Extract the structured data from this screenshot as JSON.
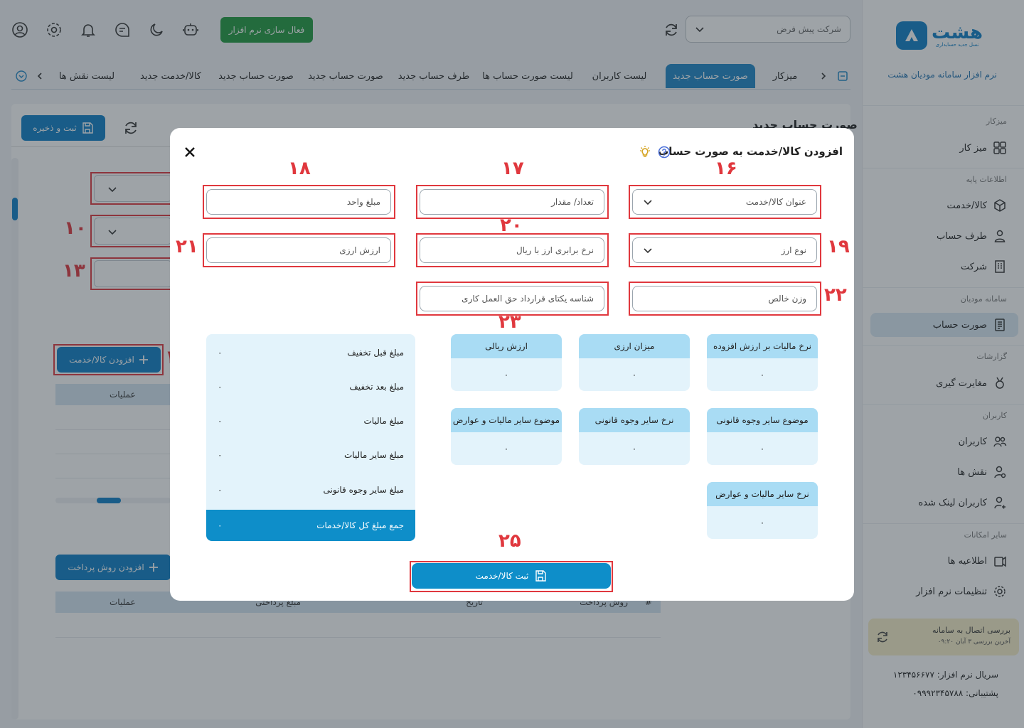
{
  "sidebar": {
    "brand_name": "هشت",
    "brand_tagline": "نسل جدید حسابداری",
    "brand_subtitle": "نرم افزار سامانه مودیان هشت",
    "sections": [
      {
        "title": "میزکار",
        "items": [
          {
            "label": "میز کار",
            "icon": "dashboard-grid-icon"
          }
        ]
      },
      {
        "title": "اطلاعات پایه",
        "items": [
          {
            "label": "کالا/خدمت",
            "icon": "box-icon"
          },
          {
            "label": "طرف حساب",
            "icon": "user-icon"
          },
          {
            "label": "شرکت",
            "icon": "building-icon"
          }
        ]
      },
      {
        "title": "سامانه مودیان",
        "items": [
          {
            "label": "صورت حساب",
            "icon": "invoice-icon",
            "active": true
          }
        ]
      },
      {
        "title": "گزارشات",
        "items": [
          {
            "label": "مغایرت گیری",
            "icon": "compare-icon"
          }
        ]
      },
      {
        "title": "کاربران",
        "items": [
          {
            "label": "کاربران",
            "icon": "users-icon"
          },
          {
            "label": "نقش ها",
            "icon": "user-role-icon"
          },
          {
            "label": "کاربران لینک شده",
            "icon": "user-link-icon"
          }
        ]
      },
      {
        "title": "سایر امکانات",
        "items": [
          {
            "label": "اطلاعیه ها",
            "icon": "notice-icon"
          },
          {
            "label": "تنظیمات نرم افزار",
            "icon": "gear-icon"
          }
        ]
      }
    ],
    "connection": {
      "title": "بررسی اتصال به سامانه",
      "last_check": "آخرین بررسی ۳ آبان ۰۹:۲۰"
    },
    "serial": "سریال نرم افزار: ۱۲۳۴۵۶۶۷۷",
    "support": "پشتیبانی: ۰۹۹۹۲۳۴۵۷۸۸"
  },
  "header": {
    "activate_label": "فعال سازی نرم افزار",
    "company_placeholder": "شرکت پیش فرض"
  },
  "tabs": [
    "میزکار",
    "صورت حساب جدید",
    "لیست کاربران",
    "لیست صورت حساب ها",
    "طرف حساب جدید",
    "صورت حساب جدید",
    "صورت حساب جدید",
    "کالا/خدمت جدید",
    "لیست نقش ها"
  ],
  "background": {
    "page_title": "صورت حساب جدید",
    "save_label": "ثبت و ذخیره",
    "add_item_label": "افزودن کالا/خدمت",
    "add_payment_label": "افزودن روش پرداخت",
    "ops_header": "عملیات",
    "payment_headers": [
      "#",
      "روش پرداخت",
      "تاریخ",
      "مبلغ پرداختی",
      "عملیات"
    ],
    "annotation_numbers": [
      "۱۰",
      "۱۳",
      "۱"
    ]
  },
  "modal": {
    "title": "افزودن کالا/خدمت به صورت حساب",
    "fields": {
      "item_title": "عنوان کالا/خدمت",
      "quantity": "تعداد/ مقدار",
      "unit_price": "مبلغ واحد",
      "currency_type": "نوع ارز",
      "exchange_rate": "نرخ برابری ارز با ریال",
      "currency_value": "ارزش ارزی",
      "net_weight": "وزن خالص",
      "contract_id": "شناسه یکتای قرارداد حق العمل کاری"
    },
    "annotations": {
      "n16": "۱۶",
      "n17": "۱۷",
      "n18": "۱۸",
      "n19": "۱۹",
      "n20": "۲۰",
      "n21": "۲۱",
      "n22": "۲۲",
      "n23": "۲۳",
      "n25": "۲۵"
    },
    "cards": [
      {
        "label": "نرخ مالیات بر ارزش افزوده",
        "value": "۰"
      },
      {
        "label": "میزان ارزی",
        "value": "۰"
      },
      {
        "label": "ارزش ریالی",
        "value": "۰"
      },
      {
        "label": "موضوع سایر وجوه قانونی",
        "value": "۰"
      },
      {
        "label": "نرخ سایر وجوه قانونی",
        "value": "۰"
      },
      {
        "label": "موضوع سایر مالیات و عوارض",
        "value": "۰"
      },
      {
        "label": "نرخ سایر مالیات و عوارض",
        "value": "۰"
      }
    ],
    "summary": [
      {
        "label": "مبلغ قبل تخفیف",
        "value": "۰"
      },
      {
        "label": "مبلغ بعد تخفیف",
        "value": "۰"
      },
      {
        "label": "مبلغ مالیات",
        "value": "۰"
      },
      {
        "label": "مبلغ سایر مالیات",
        "value": "۰"
      },
      {
        "label": "مبلغ سایر وجوه قانونی",
        "value": "۰"
      },
      {
        "label": "جمع مبلغ کل کالا/خدمات",
        "value": "۰"
      }
    ],
    "submit_label": "ثبت کالا/خدمت"
  }
}
